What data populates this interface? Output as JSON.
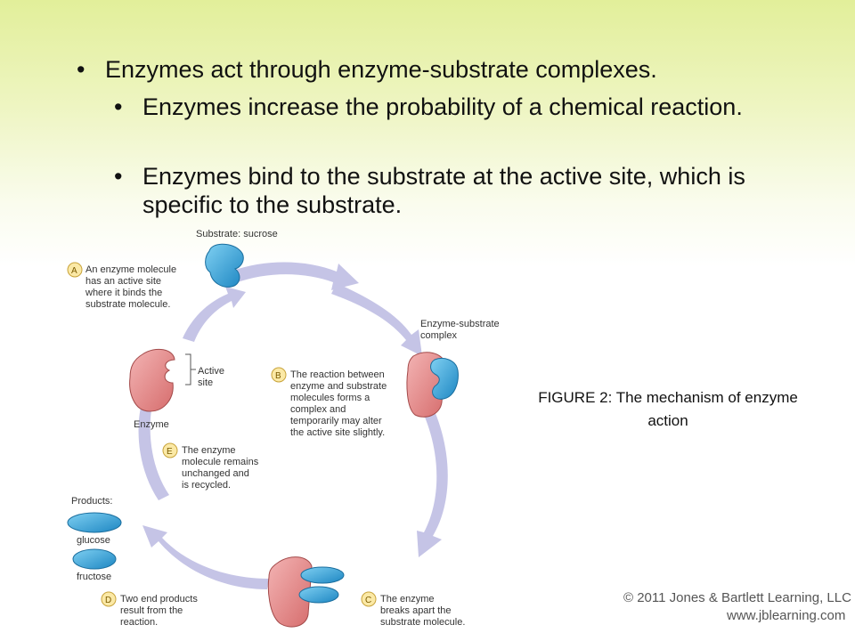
{
  "bullets": [
    "Enzymes act through enzyme-substrate complexes.",
    "Enzymes increase the probability of a chemical reaction.",
    "Enzymes bind to the substrate at the active site, which is specific to the substrate."
  ],
  "bullet_char": "•",
  "figure": {
    "substrate_label": "Substrate: sucrose",
    "es_label": [
      "Enzyme-substrate",
      "complex"
    ],
    "active_site_label": [
      "Active",
      "site"
    ],
    "enzyme_label": "Enzyme",
    "products_label": "Products:",
    "glucose_label": "glucose",
    "fructose_label": "fructose",
    "steps": [
      {
        "letter": "A",
        "text": [
          "An enzyme molecule",
          "has an active site",
          "where it binds the",
          "substrate molecule."
        ]
      },
      {
        "letter": "B",
        "text": [
          "The reaction between",
          "enzyme and substrate",
          "molecules forms a",
          "complex and",
          "temporarily may alter",
          "the active site slightly."
        ]
      },
      {
        "letter": "C",
        "text": [
          "The enzyme",
          "breaks apart the",
          "substrate molecule."
        ]
      },
      {
        "letter": "D",
        "text": [
          "Two end products",
          "result from the",
          "reaction."
        ]
      },
      {
        "letter": "E",
        "text": [
          "The enzyme",
          "molecule remains",
          "unchanged and",
          "is recycled."
        ]
      }
    ],
    "caption": "FIGURE 2: The mechanism of enzyme action"
  },
  "copyright": {
    "line1": "© 2011 Jones & Bartlett Learning, LLC",
    "line2": "www.jblearning.com"
  },
  "colors": {
    "enzyme": "#e58a8a",
    "substrate": "#2c9fd6",
    "cycle_arrow": "#c5c4e6",
    "step_circle": "#fbe9a6"
  }
}
